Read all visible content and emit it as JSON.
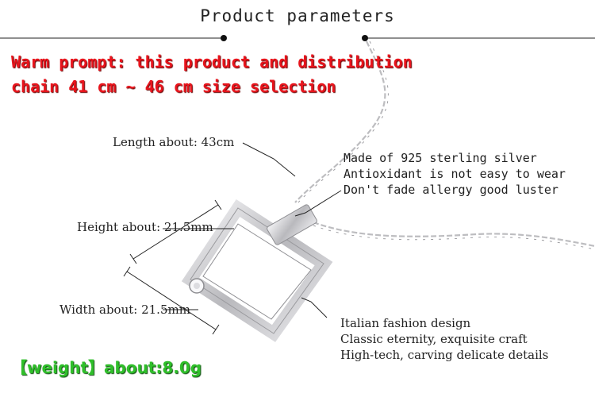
{
  "header": {
    "title": "Product parameters"
  },
  "warning": {
    "line1": "Warm prompt: this product and distribution",
    "line2": "chain 41 cm ~ 46 cm size selection"
  },
  "dimensions": {
    "length": "Length about: 43cm",
    "height": "Height about: 21.5mm",
    "width": "Width about: 21.5mm"
  },
  "material": {
    "line1": "Made of 925 sterling silver",
    "line2": "Antioxidant is not easy to wear",
    "line3": "Don't fade allergy good luster"
  },
  "design": {
    "line1": "Italian fashion design",
    "line2": "Classic eternity, exquisite craft",
    "line3": "High-tech, carving delicate details"
  },
  "weight": {
    "label": "【weight】about:8.0g"
  },
  "colors": {
    "warning": "#e8141c",
    "weight": "#2fbf2a",
    "silver": "#c9c9cc"
  }
}
